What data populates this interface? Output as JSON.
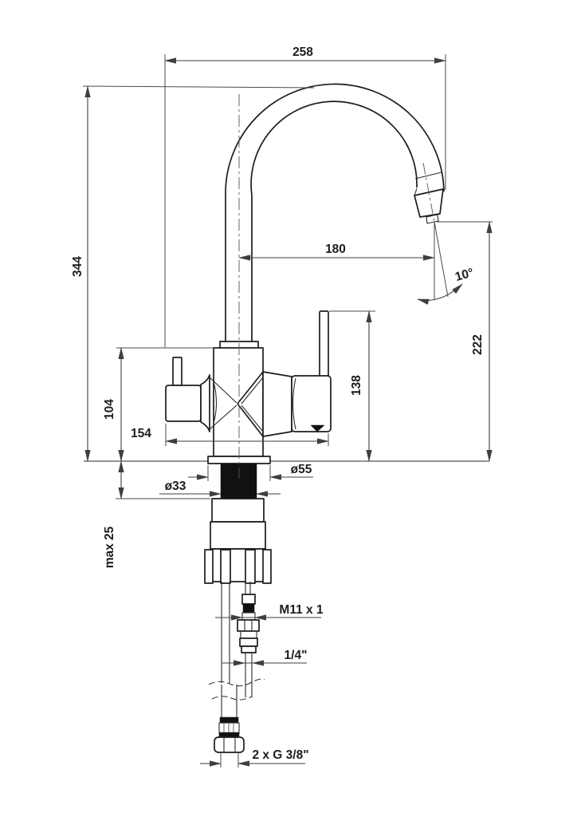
{
  "diagram": {
    "type": "technical-drawing",
    "subject": "kitchen-faucet-installation-dimensions",
    "colors": {
      "background": "#ffffff",
      "outline": "#1c1c1c",
      "dimension_lines": "#3f3f3f",
      "solid_fill": "#111111"
    },
    "dimensions": {
      "overall_width": "258",
      "overall_height": "344",
      "spout_reach": "180",
      "stream_angle": "10°",
      "outlet_height": "222",
      "lever_height": "138",
      "body_height": "104",
      "handle_span": "154",
      "base_diameter": "ø55",
      "shank_diameter": "ø33",
      "max_deck_thickness": "max 25",
      "filter_thread": "M11 x 1",
      "filter_hose_size": "1/4\"",
      "supply_thread": "2 x G 3/8\""
    }
  }
}
